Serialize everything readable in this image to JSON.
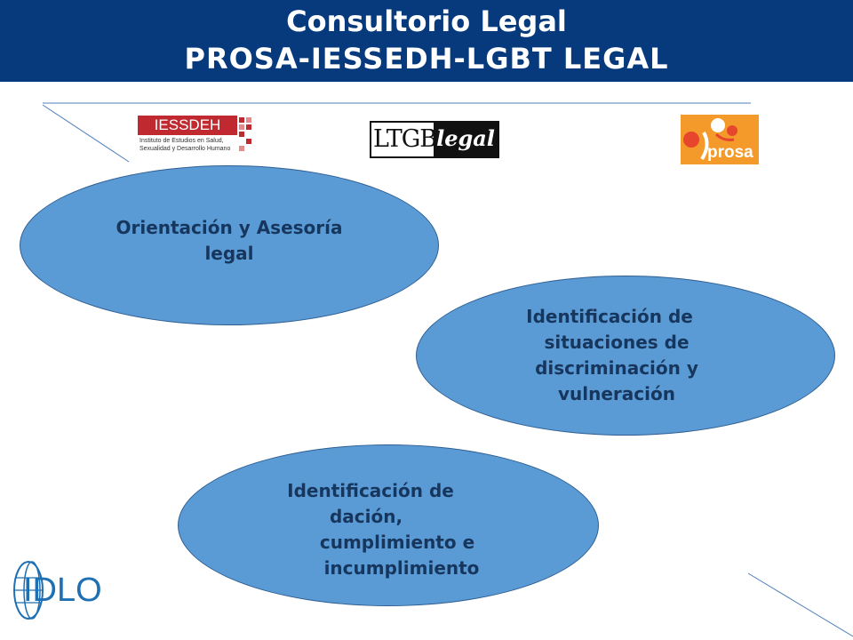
{
  "header": {
    "title_line1": "Consultorio Legal",
    "title_line2": "PROSA-IESSEDH-LGBT LEGAL"
  },
  "logos": {
    "iessdeh": {
      "name": "IESSDEH",
      "subtitle_line1": "Instituto de Estudios en Salud,",
      "subtitle_line2": "Sexualidad y Desarrollo Humano"
    },
    "ltgb": {
      "name_part1": "LTGB",
      "name_part2": "legal"
    },
    "prosa": {
      "name": "prosa"
    },
    "idlo": {
      "name": "IDLO"
    }
  },
  "ellipses": [
    {
      "line1": "Orientación y Asesoría",
      "line2": "legal"
    },
    {
      "line1": "Identificación de",
      "line2": "situaciones de",
      "line3": "discriminación y",
      "line4": "vulneración"
    },
    {
      "line1": "Identificación de",
      "line2": "dación,",
      "line3": "cumplimiento e",
      "line4": "incumplimiento"
    }
  ],
  "colors": {
    "header_bg": "#063a7d",
    "ellipse_fill": "#5b9bd5",
    "ellipse_text": "#17365d",
    "iessdeh_red": "#c0292f",
    "prosa_orange": "#f39a2b"
  }
}
